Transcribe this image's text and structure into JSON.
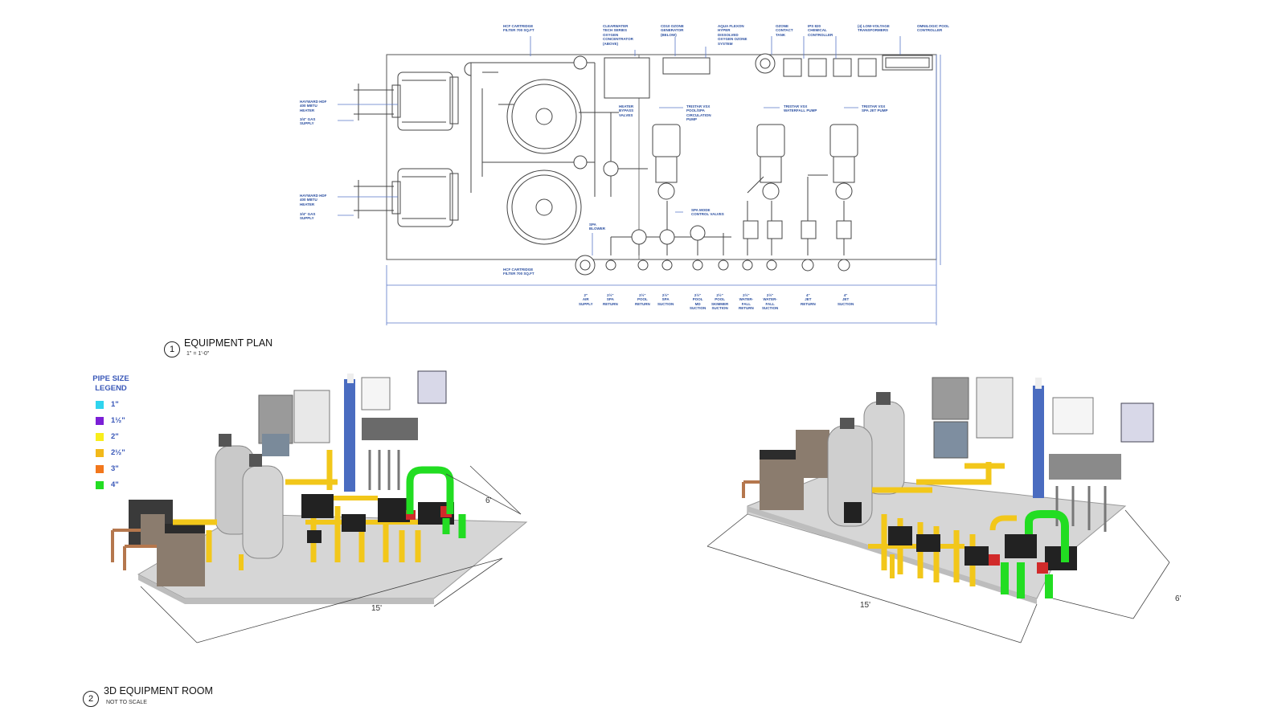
{
  "plan": {
    "number": "1",
    "title": "EQUIPMENT PLAN",
    "scale": "1\" = 1'-0\"",
    "callouts_top": [
      {
        "id": "c1",
        "text": "HCF CARTRIDGE\nFILTER 700 SQ.FT"
      },
      {
        "id": "c2",
        "text": "CLEARWATER\nTECH SERIES\nOXYGEN\nCONCENTRATOR\n(ABOVE)"
      },
      {
        "id": "c3",
        "text": "CD10 OZONE\nGENERATOR\n(BELOW)"
      },
      {
        "id": "c4",
        "text": "AQUA FLEXON\nHYPER\nDISSOLVED\nOXYGEN OZONE\nSYSTEM"
      },
      {
        "id": "c5",
        "text": "OZONE\nCONTACT\nTANK"
      },
      {
        "id": "c6",
        "text": "IPS 820\nCHEMICAL\nCONTROLLER"
      },
      {
        "id": "c7",
        "text": "(4) LOW-VOLTAGE\nTRANSFORMERS"
      },
      {
        "id": "c8",
        "text": "OMNILOGIC POOL\nCONTROLLER"
      }
    ],
    "callouts_side": [
      {
        "id": "s1",
        "text": "HAYWARD HDF\n400 MBTU\nHEATER"
      },
      {
        "id": "s2",
        "text": "3/4\" GAS\nSUPPLY"
      },
      {
        "id": "s3",
        "text": "HAYWARD HDF\n400 MBTU\nHEATER"
      },
      {
        "id": "s4",
        "text": "3/4\" GAS\nSUPPLY"
      }
    ],
    "callouts_inner": [
      {
        "id": "i1",
        "text": "HEATER\nBYPASS\nVALVES"
      },
      {
        "id": "i2",
        "text": "TRISTAR VSX\nPOOL/SPA\nCIRCULATION\nPUMP"
      },
      {
        "id": "i3",
        "text": "TRISTAR VSX\nWATERFALL PUMP"
      },
      {
        "id": "i4",
        "text": "TRISTAR VSX\nSPA JET PUMP"
      },
      {
        "id": "i5",
        "text": "SPA MODE\nCONTROL VALVES"
      },
      {
        "id": "i6",
        "text": "SPA\nBLOWER"
      },
      {
        "id": "i7",
        "text": "HCF CARTRIDGE\nFILTER 700 SQ.FT"
      }
    ],
    "bottom_labels": [
      {
        "id": "b1",
        "text": "2\"\nAIR\nSUPPLY"
      },
      {
        "id": "b2",
        "text": "2½\"\nSPA\nRETURN"
      },
      {
        "id": "b3",
        "text": "2½\"\nPOOL\nRETURN"
      },
      {
        "id": "b4",
        "text": "2½\"\nSPA\nSUCTION"
      },
      {
        "id": "b5",
        "text": "2½\"\nPOOL\nMD\nSUCTION"
      },
      {
        "id": "b6",
        "text": "2½\"\nPOOL\nSKIMMER\nSUCTION"
      },
      {
        "id": "b7",
        "text": "2½\"\nWATER-\nFALL\nRETURN"
      },
      {
        "id": "b8",
        "text": "2½\"\nWATER-\nFALL\nSUCTION"
      },
      {
        "id": "b9",
        "text": "4\"\nJET\nRETURN"
      },
      {
        "id": "b10",
        "text": "4\"\nJET\nSUCTION"
      }
    ]
  },
  "room": {
    "number": "2",
    "title": "3D EQUIPMENT ROOM",
    "subtitle": "NOT TO SCALE",
    "dim_length": "15'",
    "dim_width": "6'"
  },
  "legend": {
    "title": "PIPE SIZE\nLEGEND",
    "items": [
      {
        "label": "1\"",
        "color": "#2fd4ee"
      },
      {
        "label": "1½\"",
        "color": "#7b1fd6"
      },
      {
        "label": "2\"",
        "color": "#f8ee1c"
      },
      {
        "label": "2½\"",
        "color": "#f2b91a"
      },
      {
        "label": "3\"",
        "color": "#f2771c"
      },
      {
        "label": "4\"",
        "color": "#22dd22"
      }
    ]
  }
}
